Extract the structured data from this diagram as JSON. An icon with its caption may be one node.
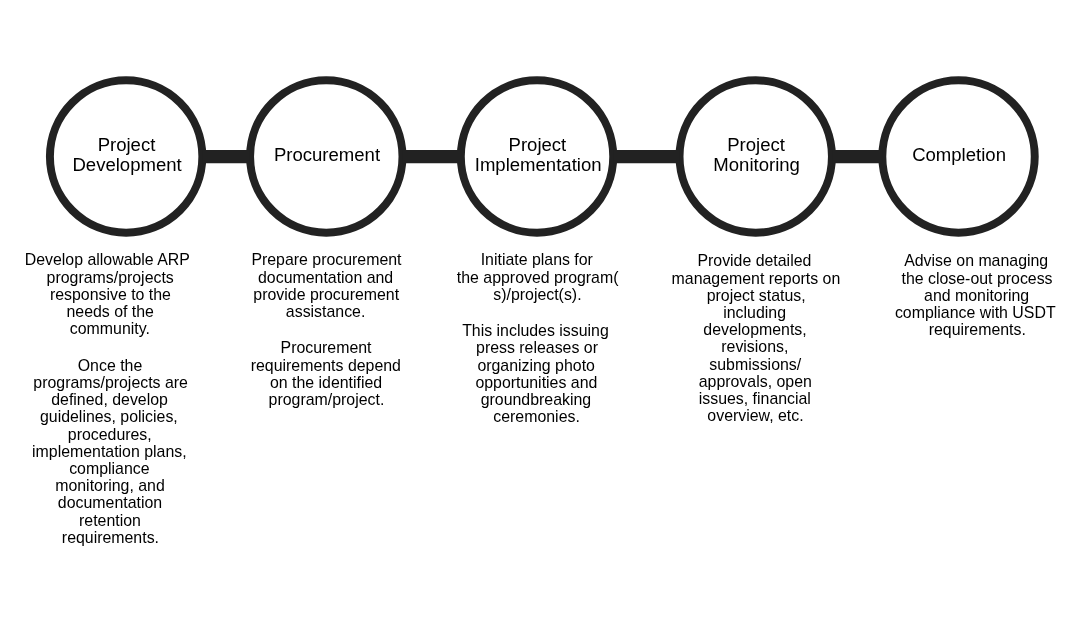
{
  "diagram": {
    "nodes": [
      {
        "text": [
          "Project Development"
        ],
        "beside": [
          "Develop allowable ARP programs/projects responsive to the needs of the community.",
          "Once the programs/projects are defined, develop guidelines, policies, procedures, implementation plans, compliance monitoring, and documentation retention requirements."
        ]
      },
      {
        "text": [
          "Procurement"
        ],
        "beside": [
          "Prepare procurement documentation and provide procurement assistance.",
          "Procurement requirements depend on the identified program/project."
        ]
      },
      {
        "text": [
          "Project Implementation"
        ],
        "beside": [
          "Initiate plans for the approved program(s)/project(s).",
          "This includes issuing press releases or organizing photo opportunities and groundbreaking ceremonies."
        ]
      },
      {
        "text": [
          "Project Monitoring"
        ],
        "beside": [
          "Provide detailed management reports on project status, including developments, revisions, submissions/ approvals, open issues, financial overview, etc."
        ]
      },
      {
        "text": [
          "Completion"
        ],
        "beside": [
          "Advise on managing the close-out process and monitoring compliance with USDT requirements."
        ]
      }
    ],
    "edges": [
      {
        "from": 0,
        "to": 1,
        "arrow": "none"
      },
      {
        "from": 1,
        "to": 2,
        "arrow": "none"
      },
      {
        "from": 2,
        "to": 3,
        "arrow": "none"
      },
      {
        "from": 3,
        "to": 4,
        "arrow": "none"
      }
    ]
  }
}
